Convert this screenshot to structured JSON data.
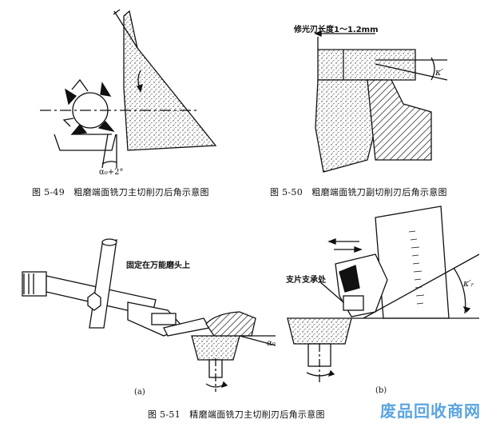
{
  "fig49": {
    "caption": "图 5-49　粗磨端面铣刀主切削刃后角示意图",
    "angle_label": "α₀+2°"
  },
  "fig50": {
    "caption": "图 5-50　粗磨端面铣刀副切削刃后角示意图",
    "length_label": "修光刃长度1～1.2mm",
    "angle_label": "κ′"
  },
  "fig51": {
    "caption": "图 5-51　精磨端面铣刀主切削刃后角示意图",
    "note_a": "固定在万能磨头上",
    "note_b": "支片支承处",
    "alpha_label": "α₀",
    "kappa_label": "κ′ᵣ",
    "sub_a": "(a)",
    "sub_b": "(b)"
  },
  "watermark": "废品回收商网"
}
